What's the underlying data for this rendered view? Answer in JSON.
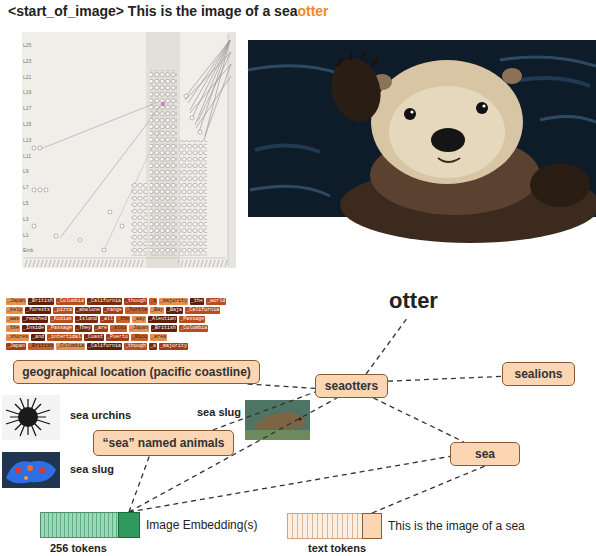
{
  "diagram": {
    "title": "<start_of_image> This is the image of a sea",
    "nodes": [
      {
        "text": [
          "otter"
        ]
      },
      {
        "text": [
          "geographical location (pacific coastline)"
        ]
      },
      {
        "text": [
          "seaotters"
        ]
      },
      {
        "text": [
          "sealions"
        ]
      },
      {
        "text": [
          "“sea” named animals"
        ]
      },
      {
        "text": [
          "sea"
        ]
      },
      {
        "text": [
          "Image Embedding(s)"
        ]
      },
      {
        "text": [
          "This is the image of a sea"
        ]
      }
    ],
    "edges": [
      {
        "from": 2,
        "to": 0,
        "arrow": "none"
      },
      {
        "from": 2,
        "to": 3,
        "arrow": "none"
      },
      {
        "from": 2,
        "to": 5,
        "arrow": "none"
      },
      {
        "from": 1,
        "to": 2,
        "arrow": "none"
      },
      {
        "from": 4,
        "to": 2,
        "arrow": "none"
      },
      {
        "from": 6,
        "to": 4,
        "arrow": "none"
      },
      {
        "from": 6,
        "to": 2,
        "arrow": "none"
      },
      {
        "from": 6,
        "to": 5,
        "arrow": "none"
      },
      {
        "from": 7,
        "to": 5,
        "arrow": "none"
      }
    ],
    "labels": [
      "otter",
      "L25",
      "L23",
      "L21",
      "L19",
      "L17",
      "L15",
      "L13",
      "L11",
      "L9",
      "L7",
      "L5",
      "L3",
      "L1",
      "Emb",
      "_Japan",
      "_British",
      "_Columbia",
      "_California",
      "_though",
      "_a",
      "_majority",
      "_the",
      "_world",
      "_kelp",
      "_forests",
      "_pizza",
      "_abalone",
      "_range",
      "_Turtle",
      "_Bay",
      "_Baja",
      "_California",
      "_was",
      "_reached",
      "_Kodiak",
      "_Island",
      "_all",
      "_the",
      "_way",
      "_Aleutian",
      "_Passage",
      "_the",
      "_Inside",
      "_Passage",
      "_They",
      "_are",
      "_also",
      "_Japan",
      "_British",
      "_Columbia",
      "_shores",
      "_and",
      "_intertidal",
      "_Coast",
      "_Puerto",
      "_Rico",
      "_area",
      "_Japan",
      "_British",
      "_Columbia",
      "_California",
      "_though",
      "_a",
      "_majority",
      "sea slug",
      "sea urchins",
      "sea slug",
      "256 tokens",
      "text tokens"
    ]
  }
}
